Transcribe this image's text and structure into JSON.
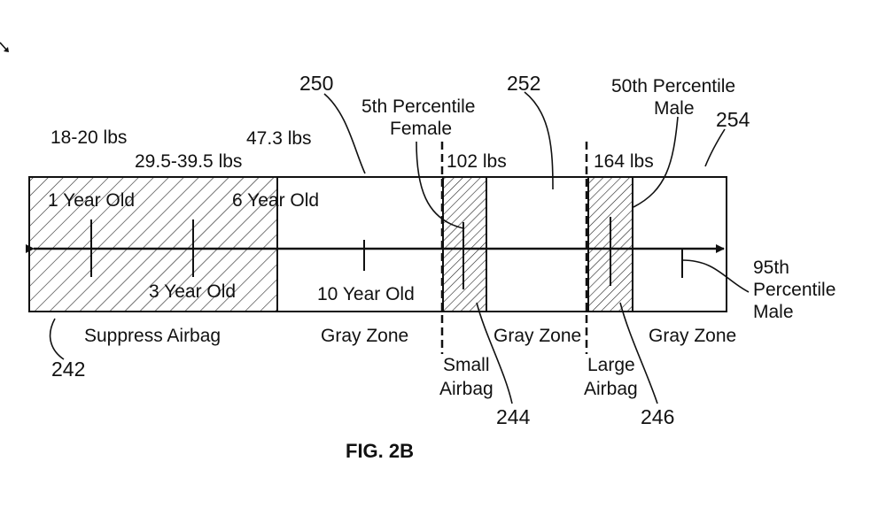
{
  "figure": {
    "caption": "FIG. 2B",
    "weights": {
      "w1": "18-20 lbs",
      "w2": "29.5-39.5 lbs",
      "w3": "47.3 lbs",
      "w4": "102 lbs",
      "w5": "164 lbs"
    },
    "ages": {
      "a1": "1 Year Old",
      "a3": "3 Year Old",
      "a6": "6 Year Old",
      "a10": "10 Year Old"
    },
    "percentiles": {
      "female5_line1": "5th Percentile",
      "female5_line2": "Female",
      "male50_line1": "50th Percentile",
      "male50_line2": "Male",
      "male95_line1": "95th",
      "male95_line2": "Percentile",
      "male95_line3": "Male"
    },
    "zones": {
      "suppress": "Suppress Airbag",
      "gray1": "Gray Zone",
      "gray2": "Gray Zone",
      "gray3": "Gray Zone",
      "small_line1": "Small",
      "small_line2": "Airbag",
      "large_line1": "Large",
      "large_line2": "Airbag"
    },
    "refs": {
      "r242": "242",
      "r244": "244",
      "r246": "246",
      "r250": "250",
      "r252": "252",
      "r254": "254"
    }
  }
}
